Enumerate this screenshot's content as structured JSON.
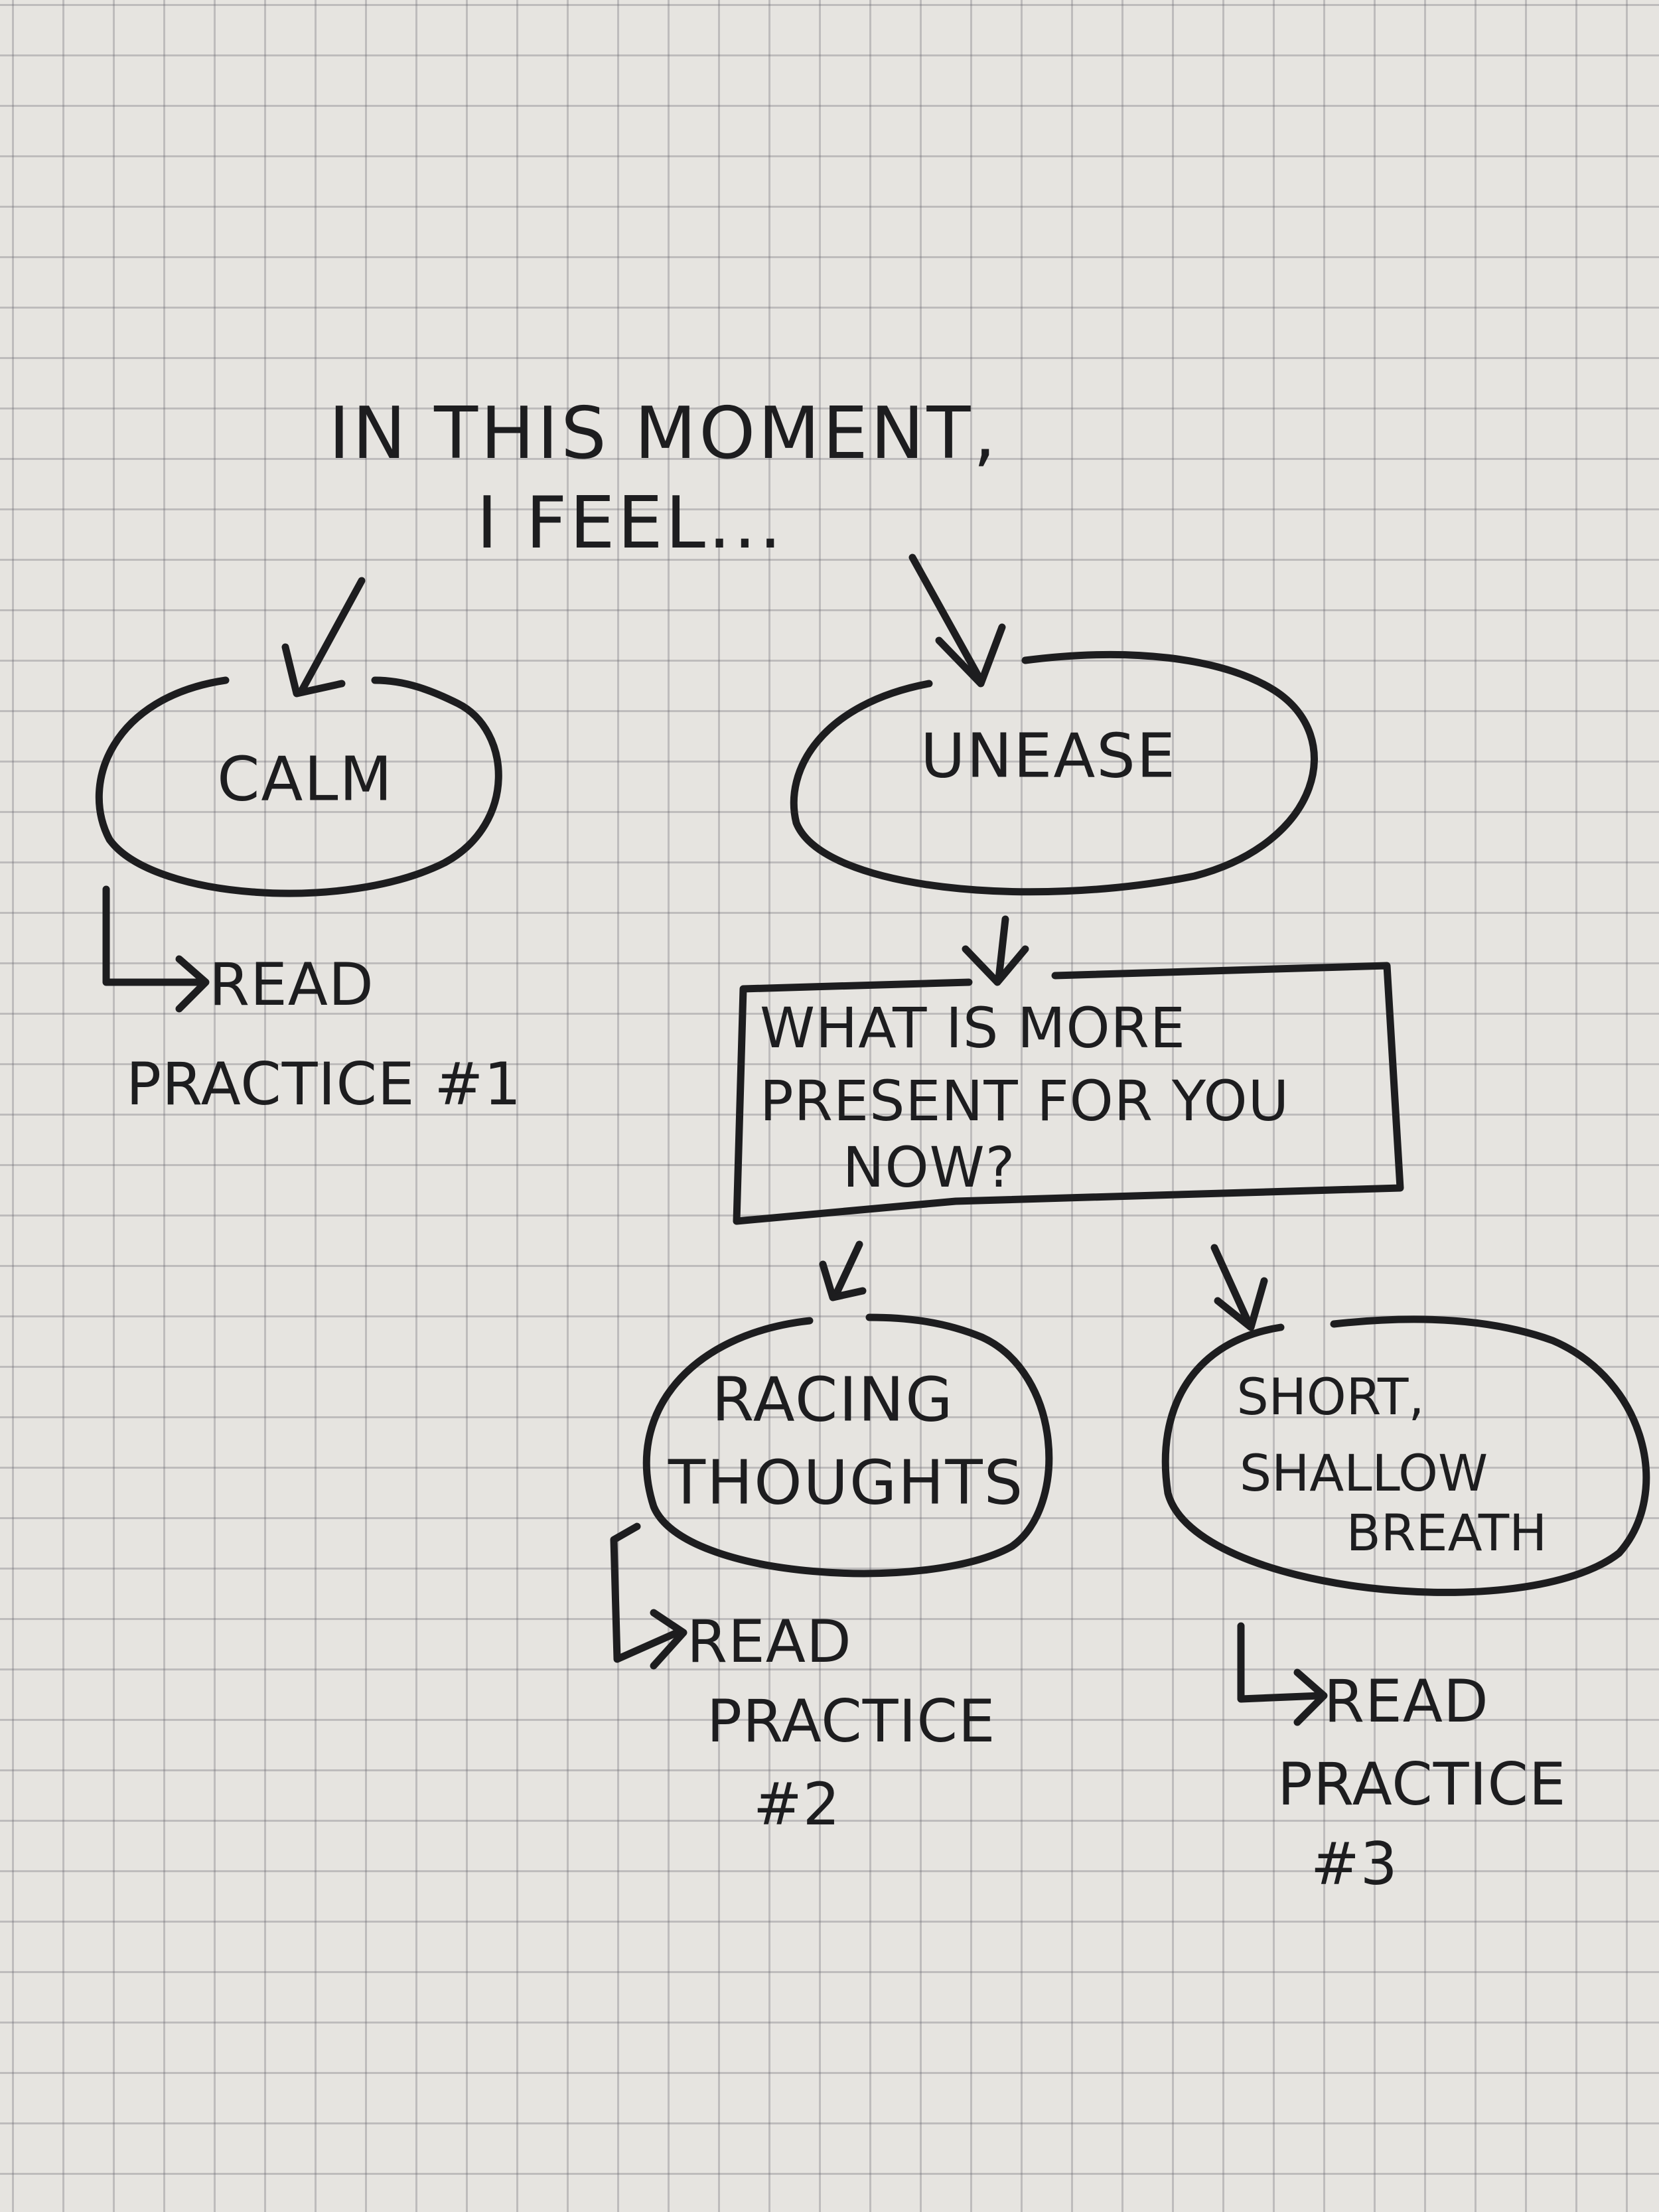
{
  "header": {
    "line1": "IN THIS MOMENT,",
    "line2": "I FEEL..."
  },
  "nodes": {
    "calm": {
      "label": "CALM"
    },
    "unease": {
      "label": "UNEASE"
    },
    "question": {
      "lines": [
        "WHAT IS MORE",
        "PRESENT FOR YOU",
        "NOW?"
      ]
    },
    "racing": {
      "lines": [
        "RACING",
        "THOUGHTS"
      ]
    },
    "breath": {
      "lines": [
        "SHORT,",
        "SHALLOW",
        "BREATH"
      ]
    }
  },
  "instructions": {
    "practice1": {
      "line1": "READ",
      "line2": "PRACTICE #1"
    },
    "practice2": {
      "line1": "READ",
      "line2": "PRACTICE",
      "line3": "#2"
    },
    "practice3": {
      "line1": "READ",
      "line2": "PRACTICE",
      "line3": "#3"
    }
  }
}
